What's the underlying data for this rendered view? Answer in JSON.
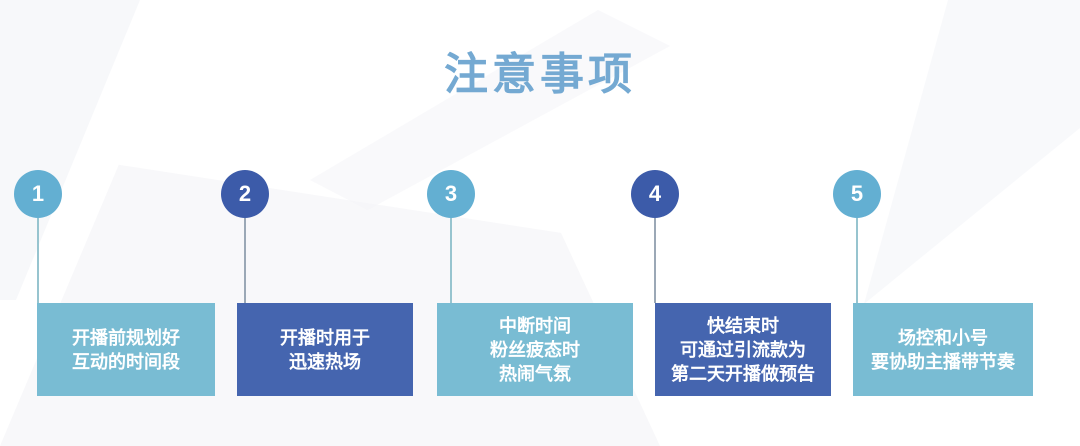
{
  "title": {
    "text": "注意事项"
  },
  "palette": {
    "title_color": "#74a9d2",
    "light_circle": "#63afd2",
    "light_box": "#79bcd3",
    "dark_circle": "#3c5ba9",
    "dark_box": "#4565af",
    "connector_light": "#97c4cf",
    "connector_dark": "#9ba8b6",
    "box_text": "#ffffff",
    "background": "#ffffff"
  },
  "steps": [
    {
      "number": "1",
      "variant": "light",
      "label": "开播前规划好\n互动的时间段"
    },
    {
      "number": "2",
      "variant": "dark",
      "label": "开播时用于\n迅速热场"
    },
    {
      "number": "3",
      "variant": "light",
      "label": "中断时间\n粉丝疲态时\n热闹气氛"
    },
    {
      "number": "4",
      "variant": "dark",
      "label": "快结束时\n可通过引流款为\n第二天开播做预告"
    },
    {
      "number": "5",
      "variant": "light",
      "label": "场控和小号\n要协助主播带节奏"
    }
  ]
}
